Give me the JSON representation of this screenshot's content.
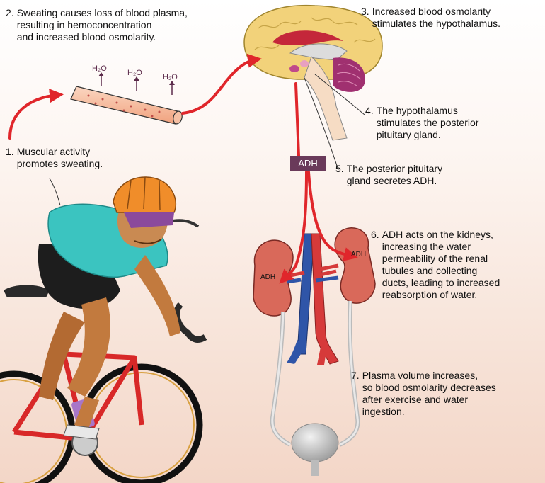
{
  "steps": [
    {
      "num": "1.",
      "text": "Muscular activity\npromotes sweating."
    },
    {
      "num": "2.",
      "text": "Sweating causes loss of blood plasma,\nresulting in hemoconcentration\nand increased blood osmolarity."
    },
    {
      "num": "3.",
      "text": "Increased blood osmolarity\nstimulates the hypothalamus."
    },
    {
      "num": "4.",
      "text": "The hypothalamus\nstimulates the posterior\npituitary gland."
    },
    {
      "num": "5.",
      "text": "The posterior pituitary\ngland secretes ADH."
    },
    {
      "num": "6.",
      "text": "ADH acts on the kidneys,\nincreasing the water\npermeability of the renal\ntubules and collecting\nducts, leading to increased\nreabsorption of water."
    },
    {
      "num": "7.",
      "text": "Plasma volume increases,\nso blood osmolarity decreases\nafter exercise and water\ningestion."
    }
  ],
  "adh_badge": "ADH",
  "kidney_labels": {
    "left": "ADH",
    "right": "ADH"
  },
  "h2o_label": "H₂O",
  "colors": {
    "arrow": "#e0262b",
    "badge": "#6a3a5a",
    "kidney": "#d9695a",
    "vein": "#2f55a8",
    "artery": "#d63a3a",
    "brain": "#f2d27a"
  }
}
